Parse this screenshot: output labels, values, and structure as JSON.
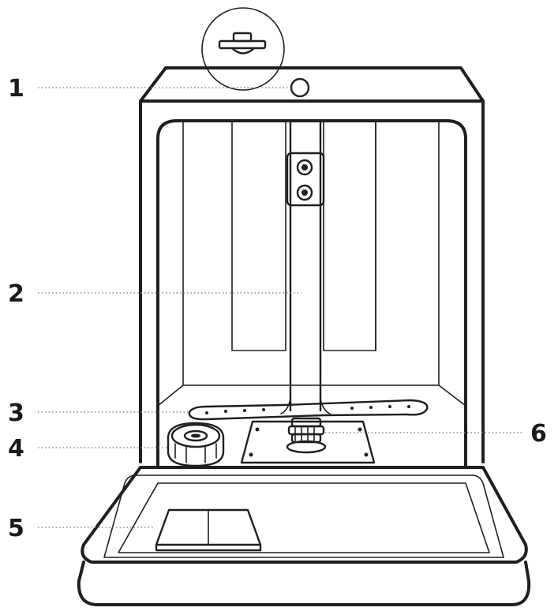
{
  "callouts": [
    {
      "id": "1",
      "label": "1"
    },
    {
      "id": "2",
      "label": "2"
    },
    {
      "id": "3",
      "label": "3"
    },
    {
      "id": "4",
      "label": "4"
    },
    {
      "id": "5",
      "label": "5"
    },
    {
      "id": "6",
      "label": "6"
    }
  ],
  "colors": {
    "line": "#1f1f1f",
    "leader": "#8a8a8a",
    "background": "#ffffff"
  }
}
